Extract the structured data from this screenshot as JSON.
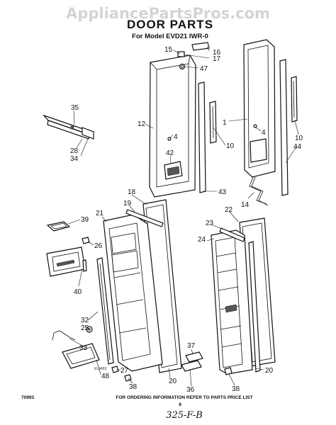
{
  "watermark": "AppliancePartsPros.com",
  "title": "DOOR PARTS",
  "subtitle": "For Model EVD21 IWR-0",
  "callouts": {
    "c15": "15",
    "c16": "16",
    "c17": "17",
    "c47": "47",
    "c12": "12",
    "c1": "1",
    "c4a": "4",
    "c4b": "4",
    "c10a": "10",
    "c10b": "10",
    "c44": "44",
    "c42": "42",
    "c43": "43",
    "c14": "14",
    "c35": "35",
    "c28": "28",
    "c34": "34",
    "c18": "18",
    "c19": "19",
    "c21": "21",
    "c39": "39",
    "c26": "26",
    "c40": "40",
    "c32": "32",
    "c25": "25",
    "c33": "33",
    "c48": "48",
    "c27": "27",
    "c38a": "38",
    "c20a": "20",
    "c37": "37",
    "c36": "36",
    "c22": "22",
    "c23": "23",
    "c24": "24",
    "c38b": "38",
    "c20b": "20"
  },
  "footer": "FOR ORDERING INFORMATION REFER TO PARTS PRICE LIST",
  "figure_code": "70993",
  "page_number": "8",
  "handwritten_note": "325-F-B",
  "small_code": "EL4493"
}
